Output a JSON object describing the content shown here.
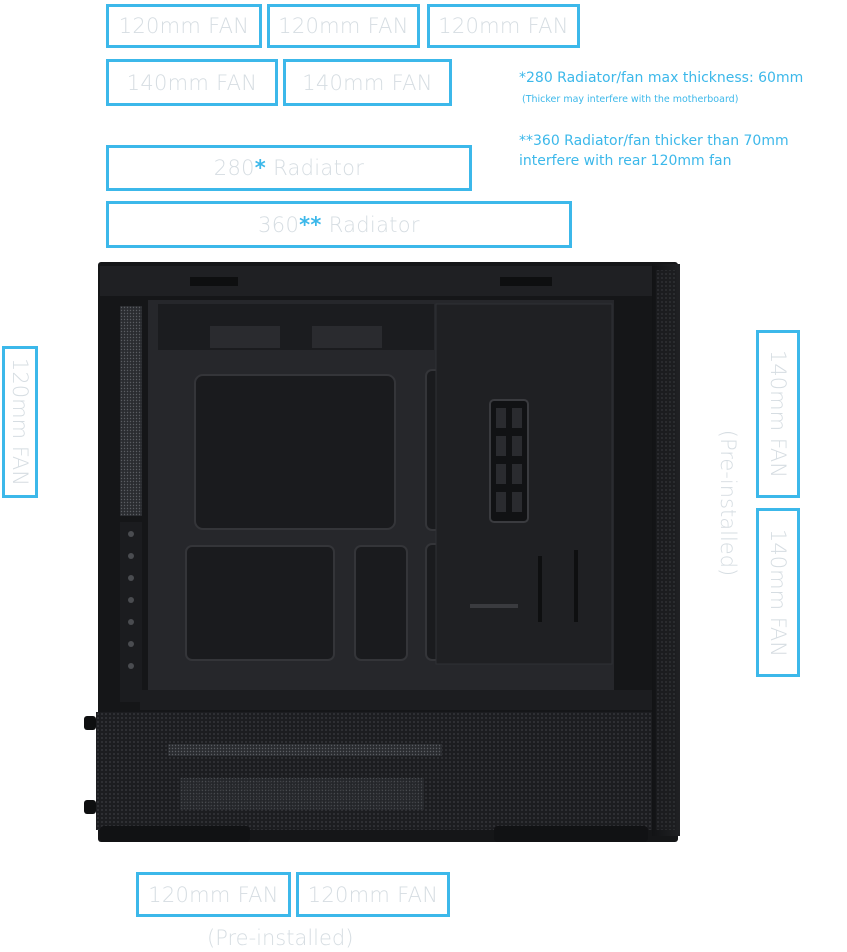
{
  "top_fans": [
    "120mm FAN",
    "120mm FAN",
    "120mm FAN"
  ],
  "top_fans_140": [
    "140mm FAN",
    "140mm FAN"
  ],
  "radiators": [
    {
      "size": "280",
      "mark": "*",
      "label": "Radiator"
    },
    {
      "size": "360",
      "mark": "**",
      "label": "Radiator"
    }
  ],
  "notes": {
    "note1_line1": "*280 Radiator/fan max thickness: 60mm",
    "note1_line2": "(Thicker may interfere with the motherboard)",
    "note2_line1": "**360 Radiator/fan thicker than 70mm",
    "note2_line2": "interfere with rear 120mm fan"
  },
  "rear_fan": "120mm FAN",
  "front_fans": [
    "140mm FAN",
    "140mm FAN"
  ],
  "front_preinstalled": "(Pre-installed)",
  "bottom_fans": [
    "120mm FAN",
    "120mm FAN"
  ],
  "bottom_preinstalled": "(Pre-installed)",
  "colors": {
    "accent": "#3cb8ea",
    "label_gray": "#d6dde2",
    "case_black": "#1a1b1d"
  }
}
